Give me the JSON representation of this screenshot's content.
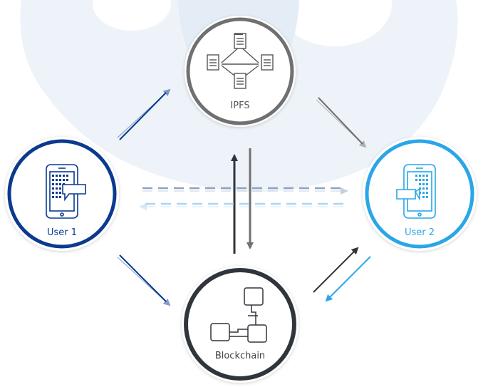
{
  "nodes": {
    "ipfs": {
      "label": "IPFS"
    },
    "user1": {
      "label": "User 1"
    },
    "user2": {
      "label": "User 2"
    },
    "blockchain": {
      "label": "Blockchain"
    }
  },
  "colors": {
    "ipfs_ring": "#707070",
    "user1_ring": "#0b3a8e",
    "user2_ring": "#2aa6e8",
    "blockchain_ring": "#30353b",
    "background_shape": "#eef3f9",
    "dashed_dark": "#8aa3c2",
    "dashed_light": "#a9d6f2"
  },
  "icons": {
    "ipfs": "document-network-icon",
    "user1": "phone-send-message-icon",
    "user2": "phone-receive-message-icon",
    "blockchain": "linked-blocks-icon"
  }
}
